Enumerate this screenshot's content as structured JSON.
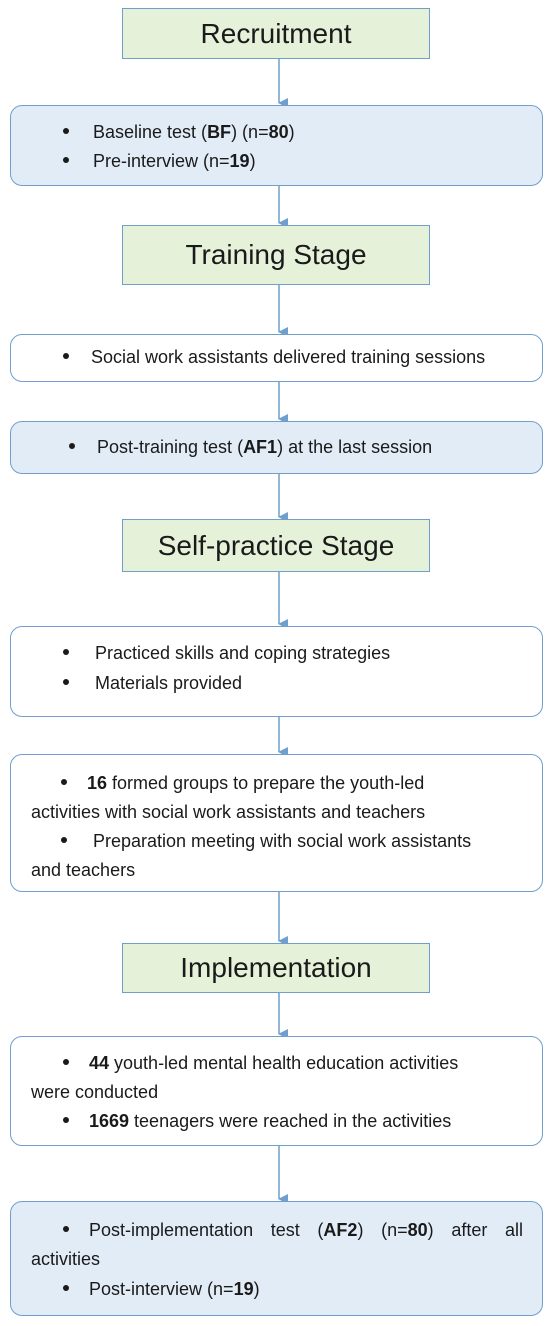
{
  "stages": {
    "recruitment": "Recruitment",
    "training": "Training Stage",
    "self_practice": "Self-practice Stage",
    "implementation": "Implementation"
  },
  "boxes": {
    "recruitment": {
      "l1_a": "Baseline test (",
      "l1_b": "BF",
      "l1_c": ") (n=",
      "l1_d": "80",
      "l1_e": ")",
      "l2_a": "Pre-interview (n=",
      "l2_b": "19",
      "l2_c": ")"
    },
    "training_sessions": {
      "l1": "Social work assistants delivered training sessions"
    },
    "training_test": {
      "l1_a": "Post-training test (",
      "l1_b": "AF1",
      "l1_c": ") at the last session"
    },
    "self_practice": {
      "l1": "Practiced skills and coping strategies",
      "l2": "Materials provided"
    },
    "groups": {
      "l1_num": "16",
      "l1_a": " formed groups to prepare the youth-led",
      "l1_b": "activities with social work assistants and teachers",
      "l2_a": "Preparation meeting with social work assistants",
      "l2_b": "and teachers"
    },
    "implementation": {
      "l1_num": "44",
      "l1_a": " youth-led mental health education activities",
      "l1_b": "were conducted",
      "l2_num": "1669",
      "l2_a": " teenagers were reached in the activities"
    },
    "post": {
      "l1_a": "Post-implementation test (",
      "l1_b": "AF2",
      "l1_c": ") (n=",
      "l1_d": "80",
      "l1_e": ") after all",
      "l1_f": "activities",
      "l2_a": "Post-interview (n=",
      "l2_b": "19",
      "l2_c": ")"
    }
  },
  "colors": {
    "stage_fill": "#e6f1da",
    "blue_fill": "#e2ecf7",
    "border": "#6f9fca",
    "arrow": "#6f9fca"
  }
}
